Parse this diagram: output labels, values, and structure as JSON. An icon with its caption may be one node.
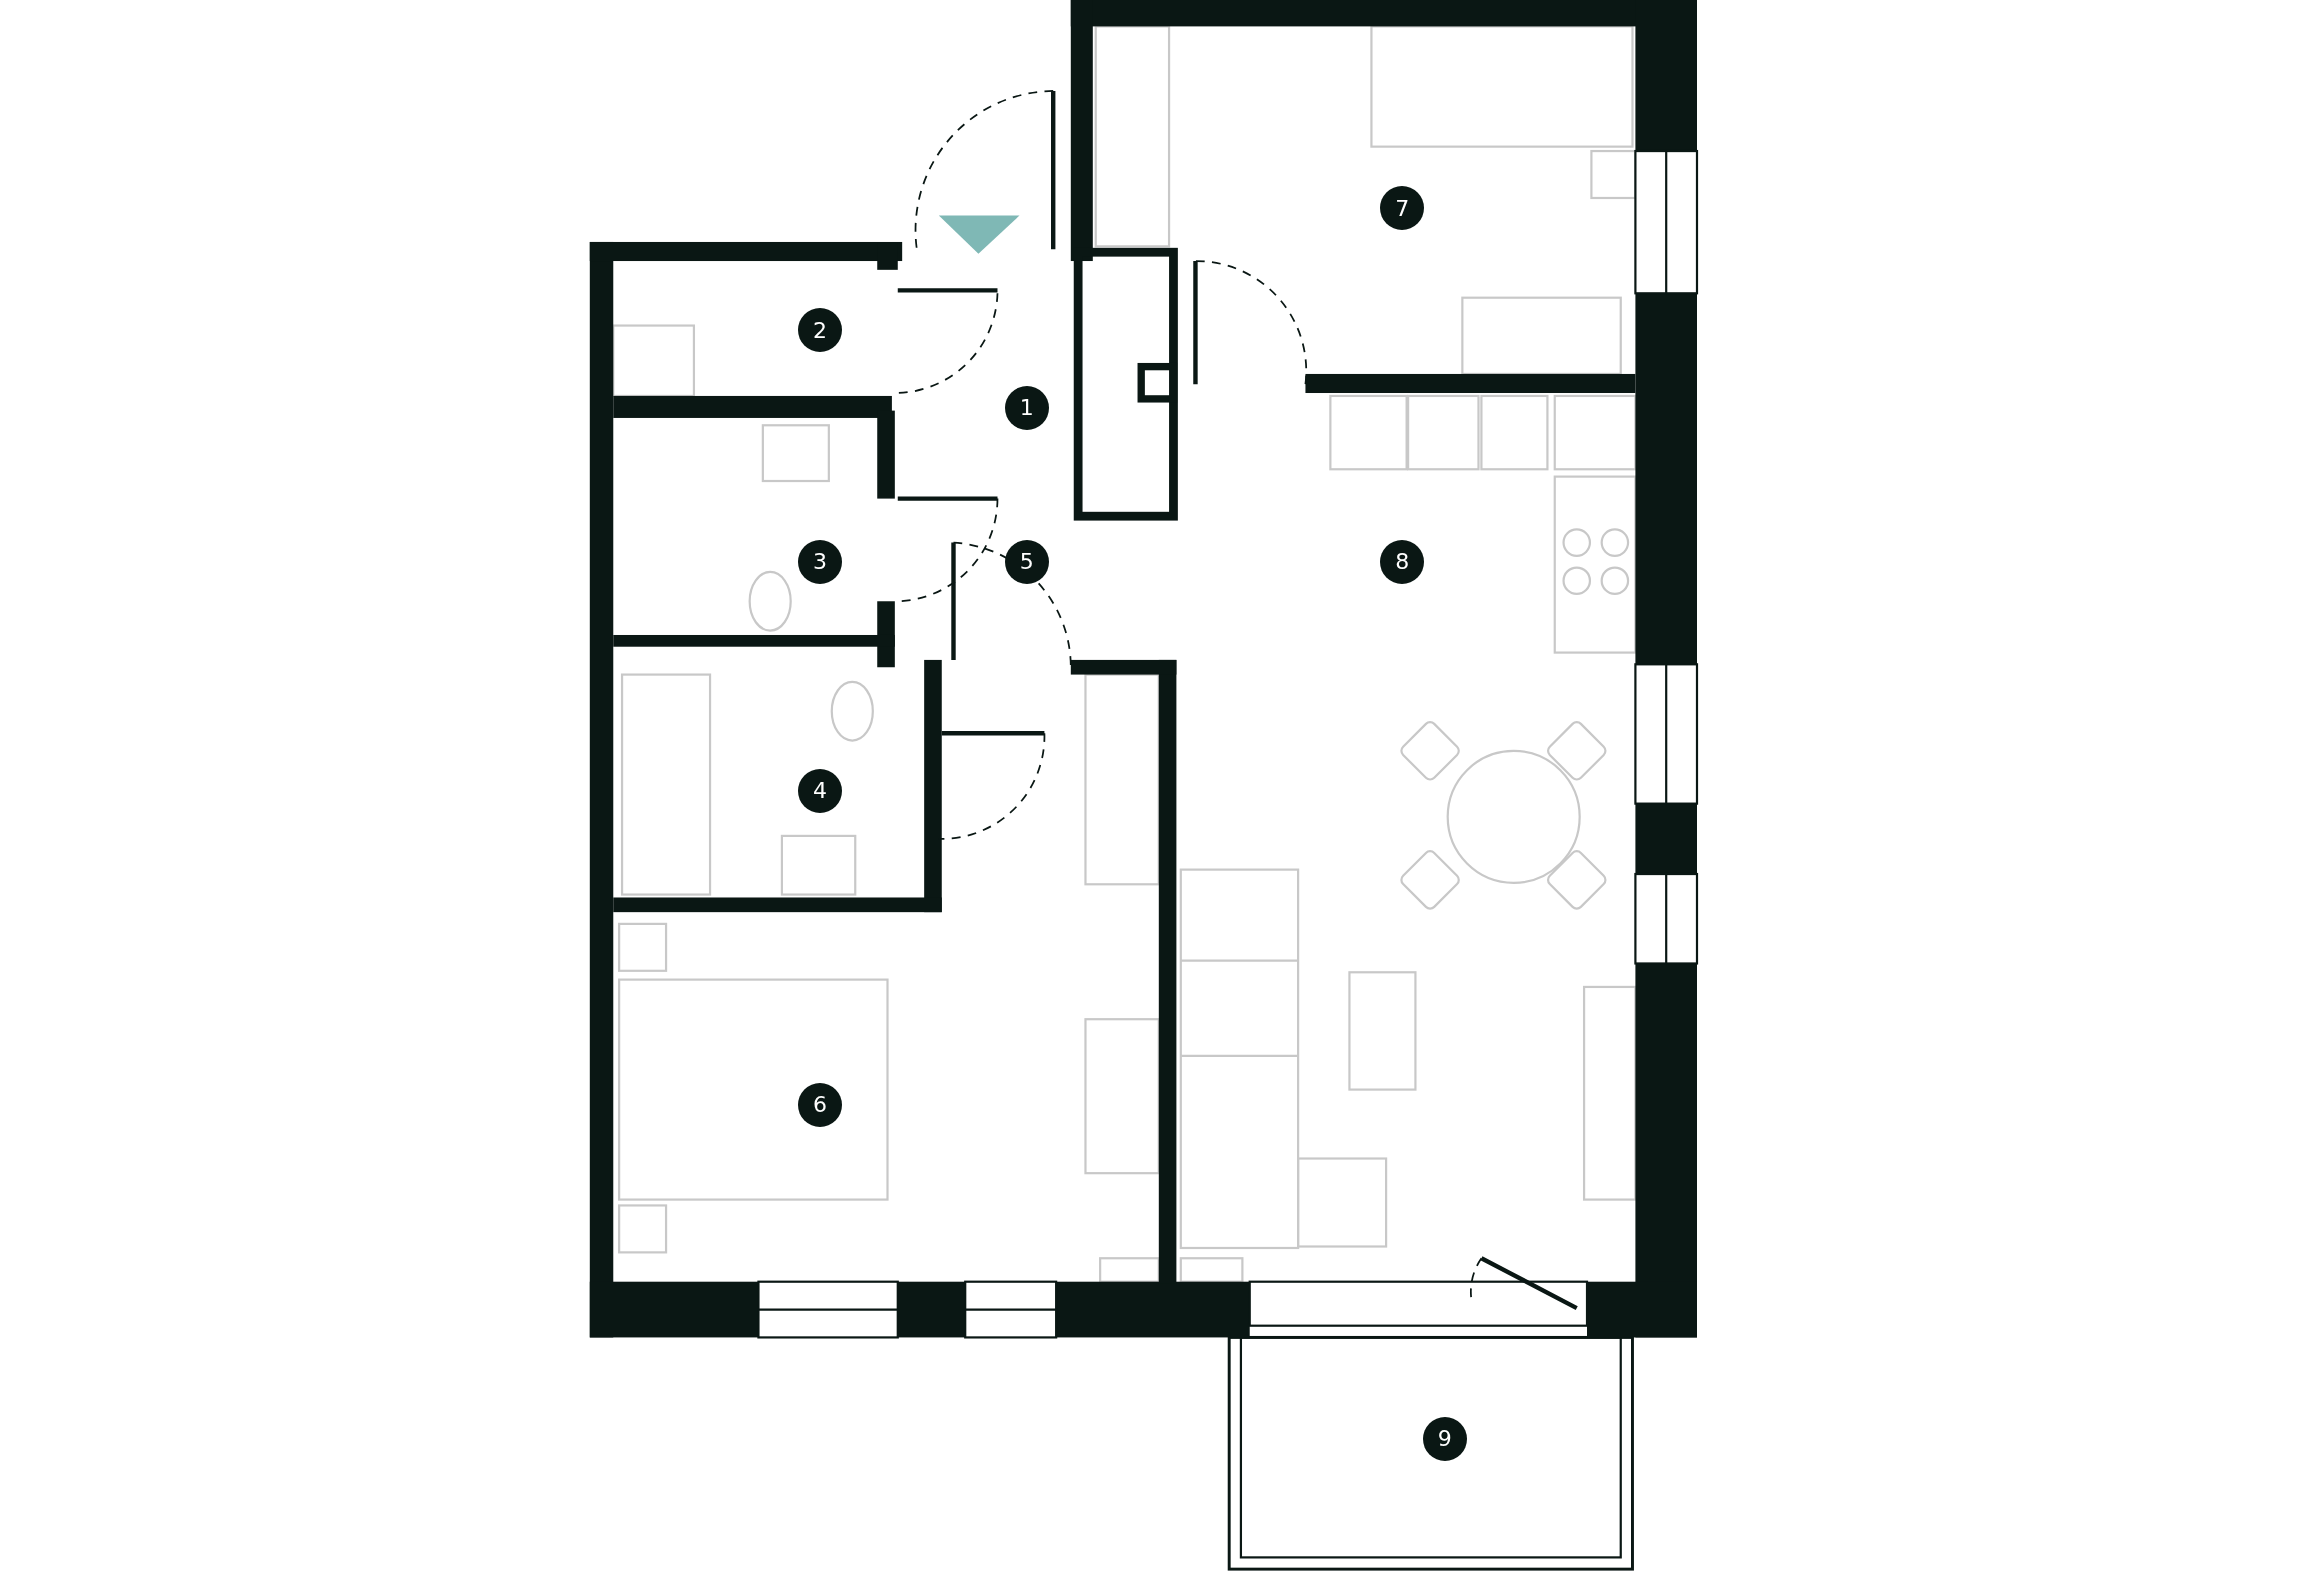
{
  "diagram": {
    "labels": [
      "1",
      "2",
      "3",
      "4",
      "5",
      "6",
      "7",
      "8",
      "9"
    ]
  }
}
